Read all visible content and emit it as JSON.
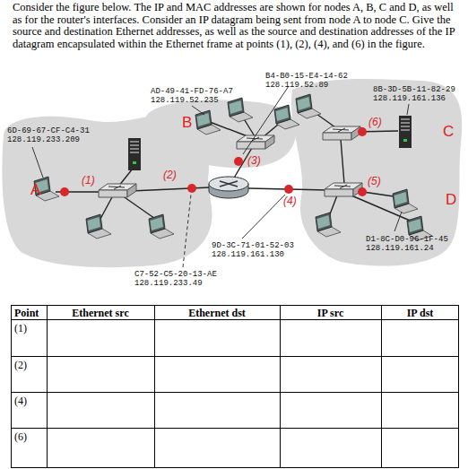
{
  "diagram": {
    "title": "Consider the figure below. The IP and MAC addresses are shown for nodes A, B, C and D, as well as for the router's interfaces. Consider an IP datagram being sent from node A to node C. Give the source and destination Ethernet addresses, as well as the source and destination addresses of the IP datagram encapsulated within the Ethernet frame at points (1), (2), (4), and (6) in the figure.",
    "labels": [
      "B4-B0-15-E4-14-62 128.119.52.89",
      "AD-49-41-FD-76-A7 128.119.52.235",
      "8B-3D-5B-11-82-29 128.119.161.136",
      "B",
      "6D-69-67-CF-C4-31 128.119.233.209",
      "C",
      "(6)",
      "(3)",
      "(1)",
      "(2)",
      "(5)",
      "A",
      "D",
      "(4)",
      "D1-8C-D0-96-1F-45 128.119.161.24",
      "9D-3C-71-01-52-03 128.119.161.130",
      "C7-52-C5-20-13-AE 128.119.233.49",
      "Point",
      "Ethernet src",
      "Ethernet dst",
      "IP src",
      "IP dst",
      "(1)",
      "(2)",
      "(4)",
      "(6)"
    ]
  }
}
